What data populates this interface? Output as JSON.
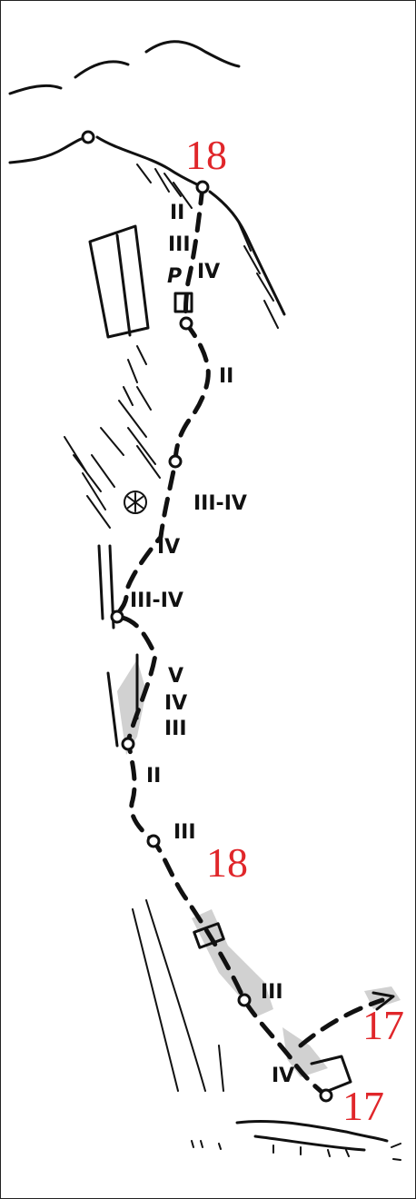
{
  "topo": {
    "route_numbers": {
      "top": "18",
      "middle": "18",
      "right_exit": "17",
      "bottom_start": "17"
    },
    "pitch_grades": {
      "g1": "II",
      "g2": "III",
      "g3": "IV",
      "g4": "II",
      "g5": "III-IV",
      "g6": "IV",
      "g7": "III-IV",
      "g8": "V",
      "g9": "IV",
      "g10": "III",
      "g11": "II",
      "g12": "III",
      "g13": "III",
      "g14": "IV"
    },
    "piton_label": "P",
    "colors": {
      "route_number": "#e0262a",
      "ink": "#111111",
      "shading": "#bdbdbd"
    }
  }
}
